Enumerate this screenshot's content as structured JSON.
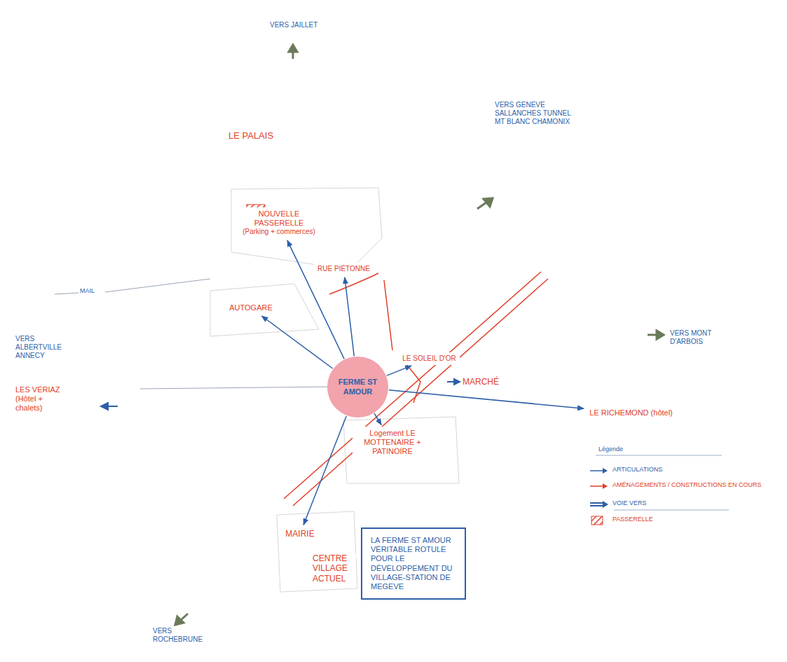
{
  "diagram": {
    "nodes": [
      {
        "text": [
          "FERME ST AMOUR"
        ]
      },
      {
        "text": [
          "NOUVELLE PASSERELLE",
          "(Parking + commerces)"
        ]
      },
      {
        "text": [
          "RUE PIÉTONNE"
        ]
      },
      {
        "text": [
          "AUTOGARE"
        ]
      },
      {
        "text": [
          "LE SOLEIL D'OR"
        ]
      },
      {
        "text": [
          "Logement LE MOTTENAIRE + PATINOIRE"
        ]
      },
      {
        "text": [
          "LE RICHEMOND (hôtel)"
        ]
      },
      {
        "text": [
          "MAIRIE"
        ]
      },
      {
        "text": [
          "LA FERME ST AMOUR VÉRITABLE ROTULE POUR LE DÉVELOPPEMENT DU VILLAGE-STATION DE MEGEVE"
        ]
      }
    ],
    "edges": [
      {
        "from": 0,
        "to": 1,
        "arrow": "to"
      },
      {
        "from": 0,
        "to": 2,
        "arrow": "to"
      },
      {
        "from": 0,
        "to": 3,
        "arrow": "to"
      },
      {
        "from": 0,
        "to": 4,
        "arrow": "to"
      },
      {
        "from": 0,
        "to": 5,
        "arrow": "to"
      },
      {
        "from": 0,
        "to": 6,
        "arrow": "to"
      },
      {
        "from": 0,
        "to": 7,
        "arrow": "to"
      }
    ],
    "labels": [
      "VERS JAILLET",
      "LE PALAIS",
      "VERS GENEVE SALLANCHES TUNNEL MT BLANC CHAMONIX",
      "MAIL",
      "VERS ALBERTVILLE ANNECY",
      "LES VERIAZ (Hôtel + chalets)",
      "MARCHÉ",
      "VERS MONT D'ARBOIS",
      "CENTRE VILLAGE ACTUEL",
      "VERS ROCHEBRUNE",
      "Légende"
    ],
    "legend": [
      {
        "text": "ARTICULATIONS"
      },
      {
        "text": "AMÉNAGEMENTS / CONSTRUCTIONS EN COURS"
      },
      {
        "text": "VOIE VERS"
      },
      {
        "text": "PASSERELLE"
      }
    ]
  }
}
